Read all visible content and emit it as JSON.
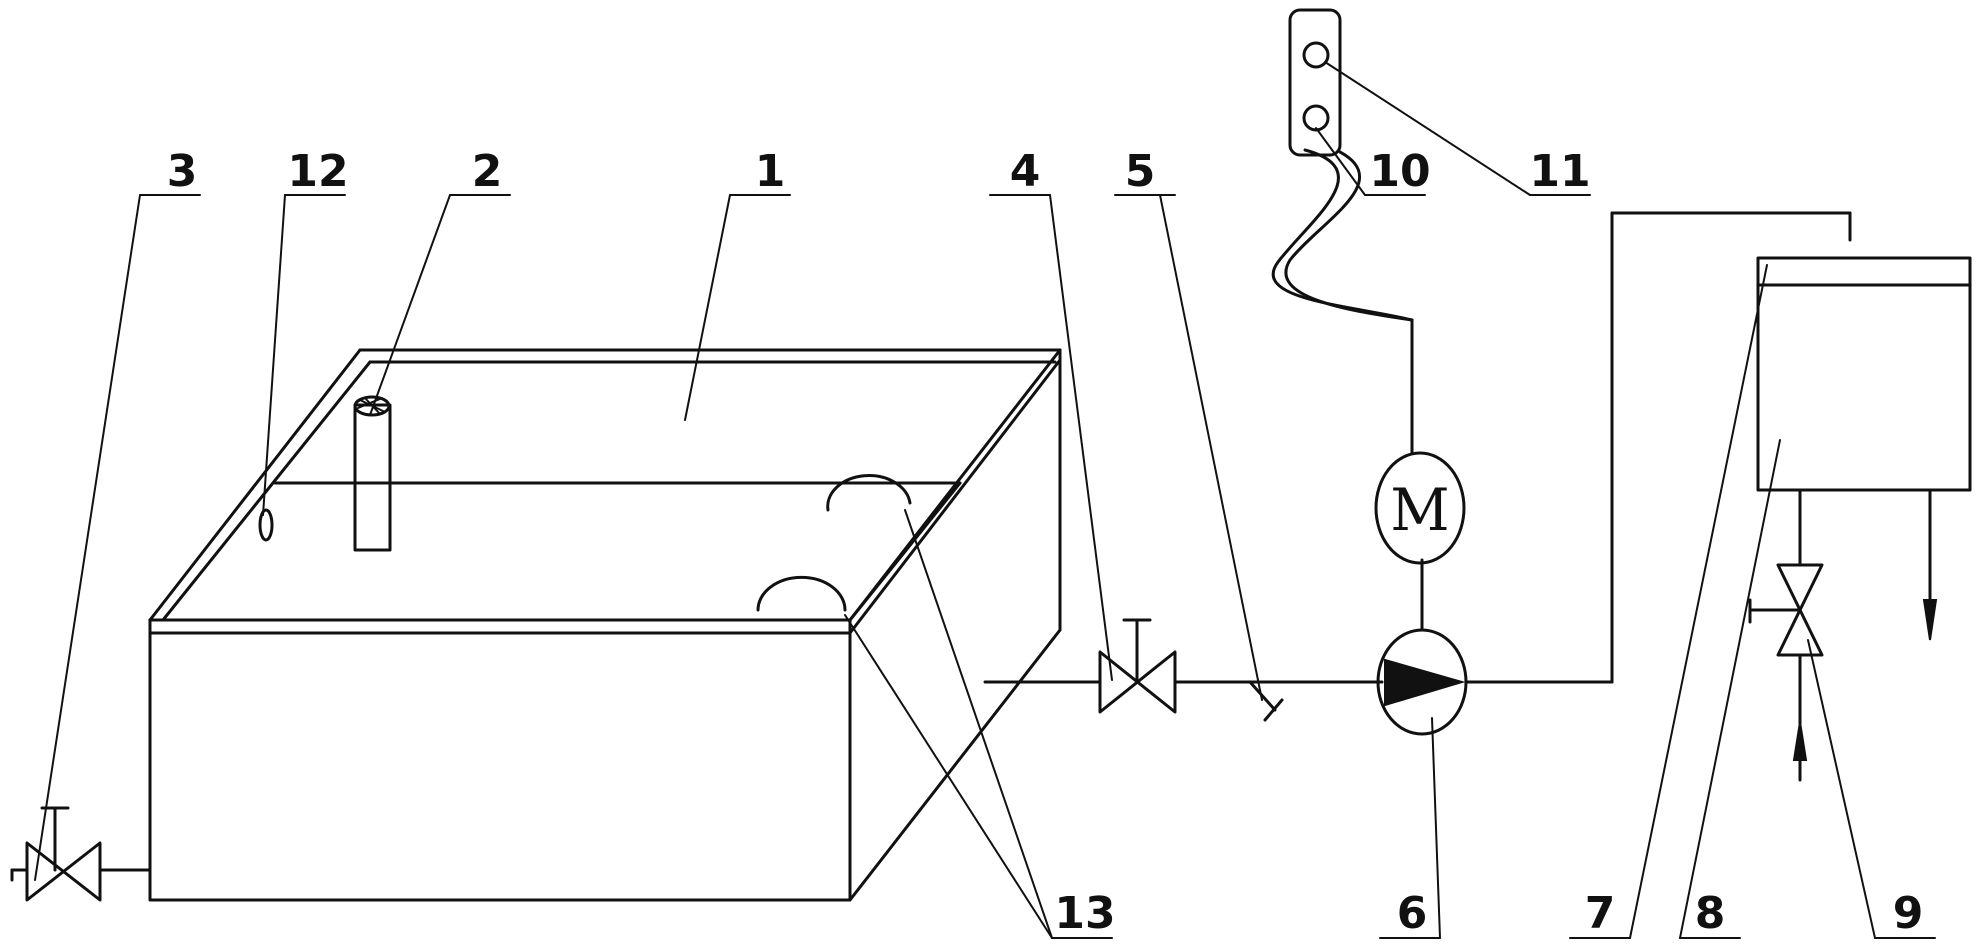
{
  "labels": {
    "l1": "1",
    "l2": "2",
    "l3": "3",
    "l4": "4",
    "l5": "5",
    "l6": "6",
    "l7": "7",
    "l8": "8",
    "l9": "9",
    "l10": "10",
    "l11": "11",
    "l12": "12",
    "l13": "13"
  },
  "motor_symbol": "M"
}
